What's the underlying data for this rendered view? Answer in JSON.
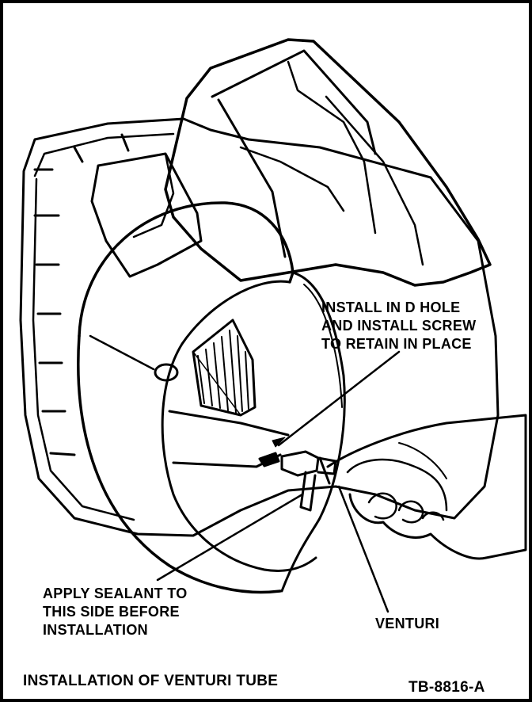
{
  "callouts": {
    "d_hole": [
      "INSTALL IN D HOLE",
      "AND INSTALL SCREW",
      "TO RETAIN IN PLACE"
    ],
    "sealant": [
      "APPLY SEALANT TO",
      "THIS SIDE BEFORE",
      "INSTALLATION"
    ],
    "venturi": "VENTURI"
  },
  "caption": {
    "title": "INSTALLATION OF VENTURI TUBE",
    "figure_id": "TB-8816-A"
  },
  "colors": {
    "ink": "#000000",
    "paper": "#ffffff"
  }
}
